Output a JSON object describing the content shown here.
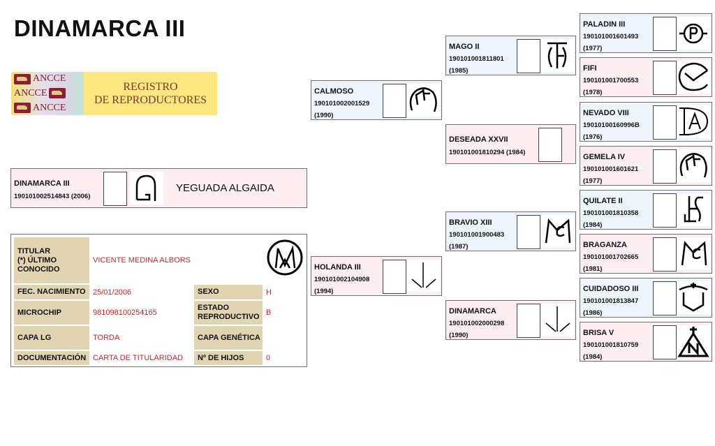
{
  "page_title": "DINAMARCA III",
  "logo": {
    "ancce": [
      "ANCCE",
      "ANCCE",
      "ANCCE"
    ],
    "line1": "REGISTRO",
    "line2": "DE REPRODUCTORES"
  },
  "subject": {
    "name": "DINAMARCA III",
    "id_year": "190101002514843  (2006)",
    "brand_icon": "arch-brand-icon",
    "owner": "YEGUADA ALGAIDA"
  },
  "info": {
    "titular_label": "TITULAR\n(*) ÚLTIMO\nCONOCIDO",
    "titular_value": "VICENTE MEDINA ALBORS",
    "titular_brand_icon": "circle-m-brand-icon",
    "fec_label": "FEC. NACIMIENTO",
    "fec_value": "25/01/2006",
    "sexo_label": "SEXO",
    "sexo_value": "H",
    "microchip_label": "MICROCHIP",
    "microchip_value": "981098100254165",
    "estado_label": "ESTADO REPRODUCTIVO",
    "estado_value": "B",
    "capa_label": "CAPA LG",
    "capa_value": "TORDA",
    "capa_gen_label": "CAPA GENÉTICA",
    "capa_gen_value": "",
    "doc_label": "DOCUMENTACIÓN",
    "doc_value": "CARTA DE TITULARIDAD",
    "hijos_label": "Nº DE HIJOS",
    "hijos_value": "0"
  },
  "pedigree": [
    {
      "name": "CALMOSO",
      "id": "190101002001529",
      "year": "(1990)",
      "sex": "sire",
      "brand": "circle-rf-brand-icon"
    },
    {
      "name": "HOLANDA III",
      "id": "190101002104908",
      "year": "(1994)",
      "sex": "dam",
      "brand": "arrow-lines-brand-icon"
    },
    {
      "name": "MAGO II",
      "id": "190101001811801",
      "year": "(1985)",
      "sex": "sire",
      "brand": "t-circle-brand-icon"
    },
    {
      "name": "DESEADA XXVII",
      "id": "190101001810294  (1984)",
      "year": "",
      "sex": "dam",
      "brand": ""
    },
    {
      "name": "BRAVIO XIII",
      "id": "190101001900483",
      "year": "(1987)",
      "sex": "sire",
      "brand": "m-c-brand-icon"
    },
    {
      "name": "DINAMARCA",
      "id": "190101002000298",
      "year": "(1990)",
      "sex": "dam",
      "brand": "arrow-lines-brand-icon"
    },
    {
      "name": "PALADIN III",
      "id": "190101001601493",
      "year": "(1977)",
      "sex": "sire",
      "brand": "p-circle-brand-icon"
    },
    {
      "name": "FIFI",
      "id": "190101001700553",
      "year": "(1978)",
      "sex": "dam",
      "brand": "check-circle-brand-icon"
    },
    {
      "name": "NEVADO VIII",
      "id": "19010100160996B",
      "year": "(1976)",
      "sex": "sire",
      "brand": "i-a-brand-icon"
    },
    {
      "name": "GEMELA IV",
      "id": "190101001601621",
      "year": "(1977)",
      "sex": "dam",
      "brand": "circle-rf-brand-icon"
    },
    {
      "name": "QUILATE II",
      "id": "190101001810358",
      "year": "(1984)",
      "sex": "sire",
      "brand": "anchor-h-brand-icon"
    },
    {
      "name": "BRAGANZA",
      "id": "190101001702665",
      "year": "(1981)",
      "sex": "dam",
      "brand": "m-c-brand-icon"
    },
    {
      "name": "CUIDADOSO III",
      "id": "190101001813847",
      "year": "(1986)",
      "sex": "sire",
      "brand": "shield-cross-brand-icon"
    },
    {
      "name": "BRISA V",
      "id": "190101001810759",
      "year": "(1984)",
      "sex": "dam",
      "brand": "triangle-n-brand-icon"
    }
  ]
}
